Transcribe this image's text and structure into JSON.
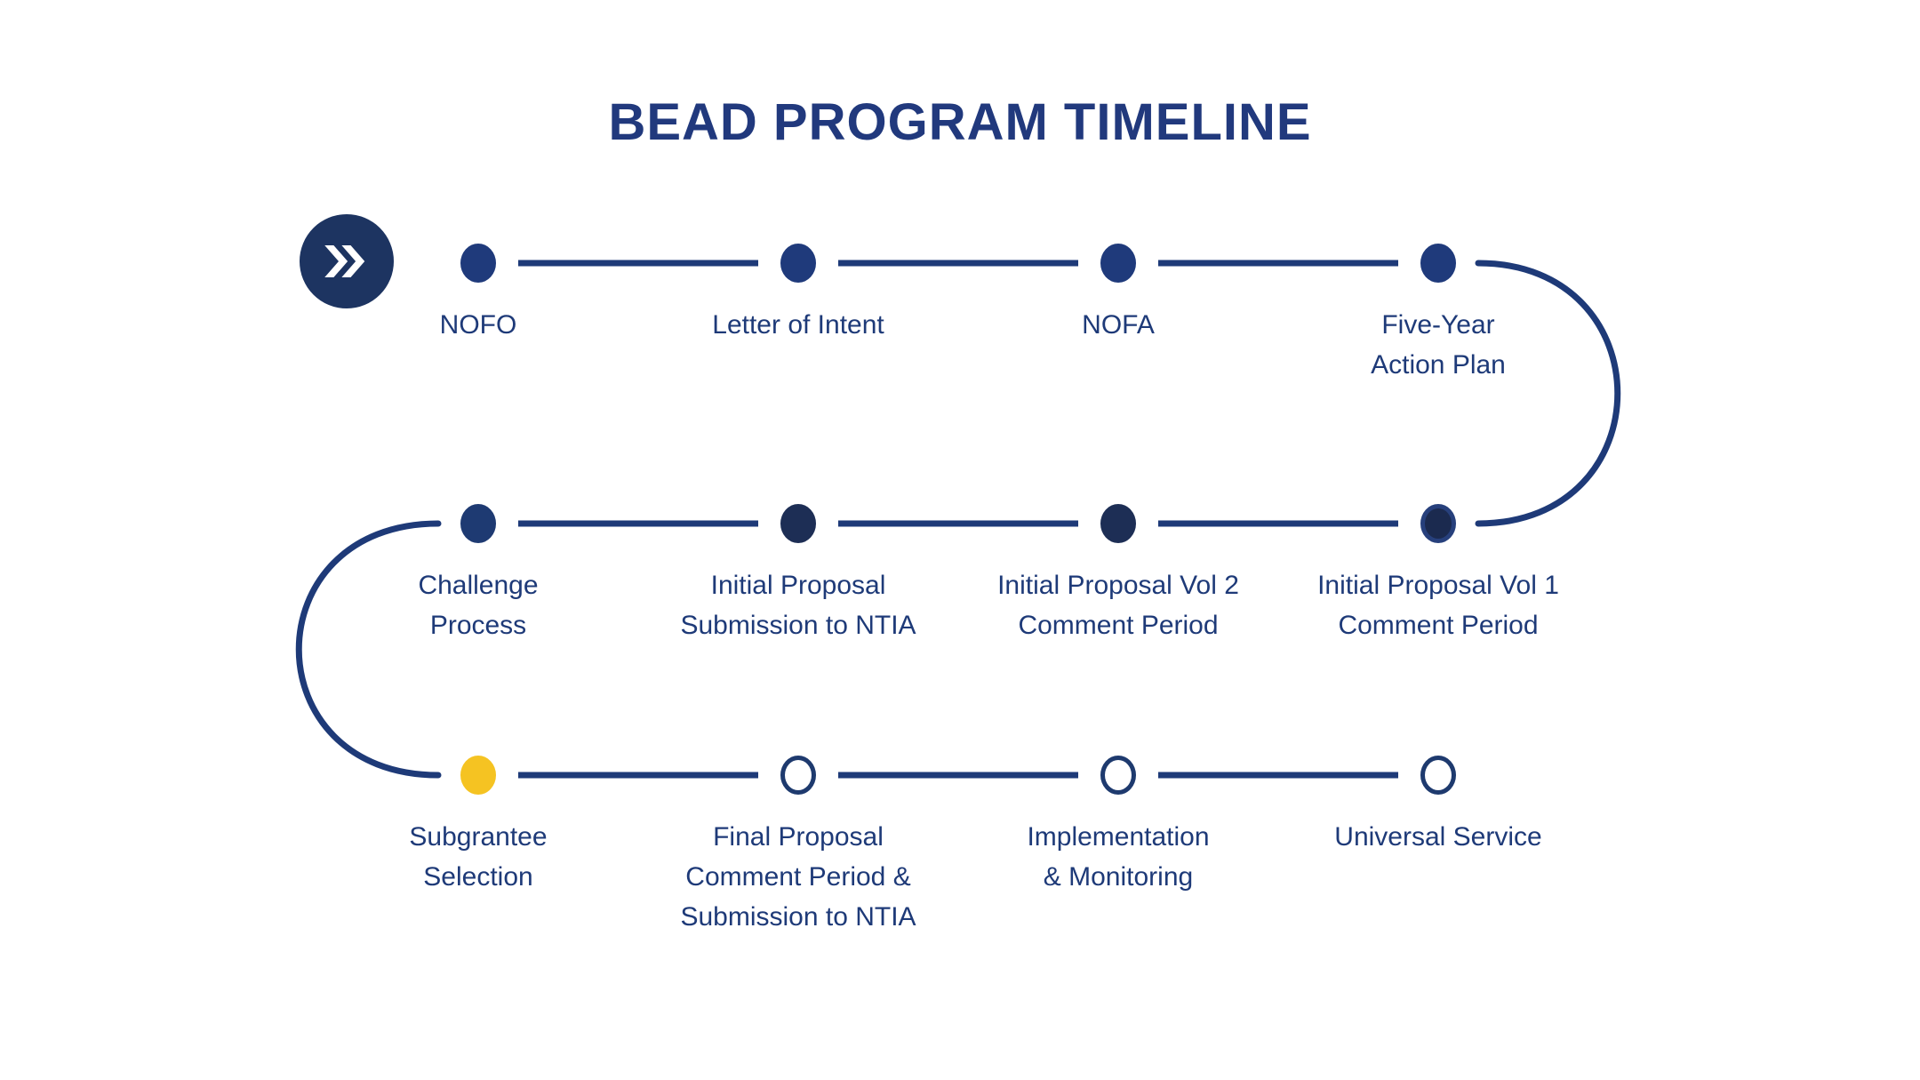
{
  "title": "BEAD PROGRAM TIMELINE",
  "colors": {
    "navy_line": "#1e3a78",
    "navy_text": "#1e3a78",
    "title_navy": "#21397d",
    "start_circle_navy": "#1d3461",
    "background": "#ffffff"
  },
  "start_icon": {
    "name": "fast-forward-double-chevron",
    "glyph_color": "#ffffff"
  },
  "rows": [
    {
      "items": [
        {
          "lines": [
            "NOFO"
          ],
          "dot": {
            "fill": "#1f3a7b"
          }
        },
        {
          "lines": [
            "Letter of Intent"
          ],
          "dot": {
            "fill": "#1f3a7b"
          }
        },
        {
          "lines": [
            "NOFA"
          ],
          "dot": {
            "fill": "#1f3a7b"
          }
        },
        {
          "lines": [
            "Five-Year",
            "Action Plan"
          ],
          "dot": {
            "fill": "#1f3a7b"
          }
        }
      ]
    },
    {
      "items": [
        {
          "lines": [
            "Challenge",
            "Process"
          ],
          "dot": {
            "fill": "#1e3a72"
          }
        },
        {
          "lines": [
            "Initial Proposal",
            "Submission to NTIA"
          ],
          "dot": {
            "fill": "#1d2e55"
          }
        },
        {
          "lines": [
            "Initial Proposal Vol 2",
            "Comment Period"
          ],
          "dot": {
            "fill": "#1d2e55"
          }
        },
        {
          "lines": [
            "Initial Proposal Vol 1",
            "Comment Period"
          ],
          "dot": {
            "fill": "#1b2a4f",
            "ring": "#27407c"
          }
        }
      ]
    },
    {
      "items": [
        {
          "lines": [
            "Subgrantee",
            "Selection"
          ],
          "dot": {
            "fill": "#f5c322"
          }
        },
        {
          "lines": [
            "Final Proposal",
            "Comment Period &",
            "Submission to NTIA"
          ],
          "dot": {
            "fill": "#ffffff",
            "ring": "#1e3a6e"
          }
        },
        {
          "lines": [
            "Implementation",
            "& Monitoring"
          ],
          "dot": {
            "fill": "#ffffff",
            "ring": "#1e3a6e"
          }
        },
        {
          "lines": [
            "Universal Service"
          ],
          "dot": {
            "fill": "#ffffff",
            "ring": "#1e3a6e"
          }
        }
      ]
    }
  ]
}
